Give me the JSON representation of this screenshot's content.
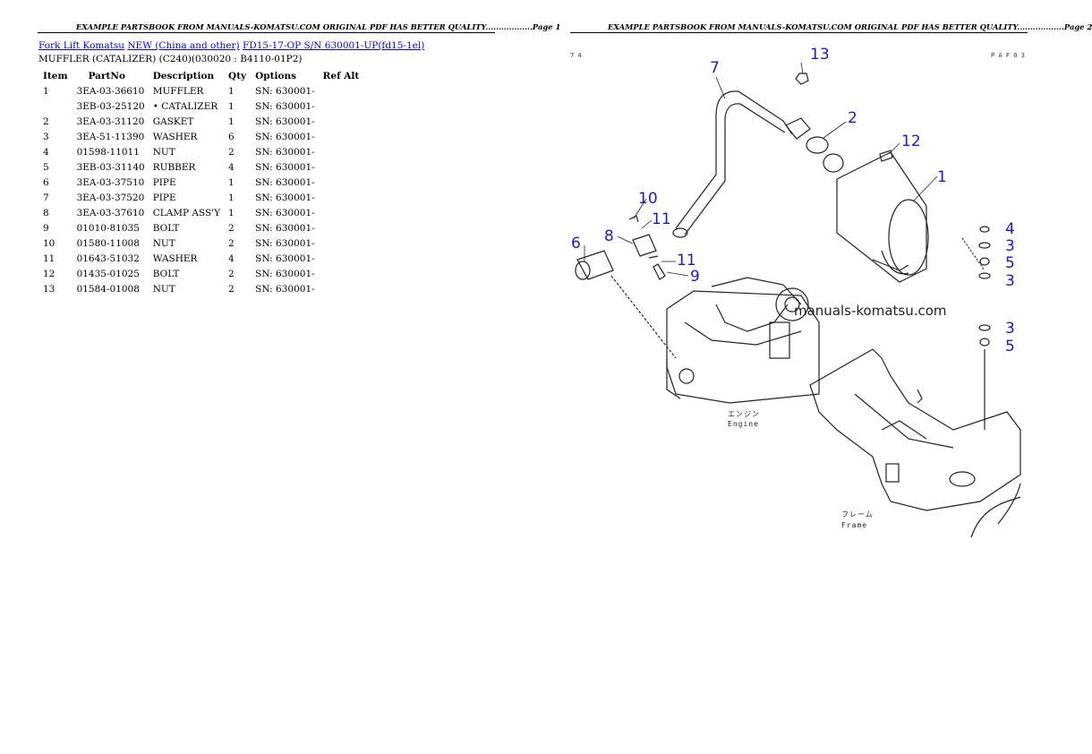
{
  "page1": {
    "header": "EXAMPLE PARTSBOOK FROM MANUALS-KOMATSU.COM ORIGINAL PDF HAS BETTER QUALITY..................Page 1",
    "breadcrumbs": [
      "Fork Lift Komatsu",
      "NEW (China and other)",
      "FD15-17-OP S/N 630001-UP(fd15-1el)"
    ],
    "subtitle": "MUFFLER (CATALIZER) (C240)(030020 : B4110-01P2)",
    "table": {
      "columns": [
        "Item",
        "PartNo",
        "Description",
        "Qty",
        "Options",
        "Ref Alt"
      ],
      "rows": [
        [
          "1",
          "3EA-03-36610",
          "MUFFLER",
          "1",
          "SN: 630001-",
          ""
        ],
        [
          "",
          "3EB-03-25120",
          "• CATALIZER",
          "1",
          "SN: 630001-",
          ""
        ],
        [
          "2",
          "3EA-03-31120",
          "GASKET",
          "1",
          "SN: 630001-",
          ""
        ],
        [
          "3",
          "3EA-51-11390",
          "WASHER",
          "6",
          "SN: 630001-",
          ""
        ],
        [
          "4",
          "01598-11011",
          "NUT",
          "2",
          "SN: 630001-",
          ""
        ],
        [
          "5",
          "3EB-03-31140",
          "RUBBER",
          "4",
          "SN: 630001-",
          ""
        ],
        [
          "6",
          "3EA-03-37510",
          "PIPE",
          "1",
          "SN: 630001-",
          ""
        ],
        [
          "7",
          "3EA-03-37520",
          "PIPE",
          "1",
          "SN: 630001-",
          ""
        ],
        [
          "8",
          "3EA-03-37610",
          "CLAMP ASS'Y",
          "1",
          "SN: 630001-",
          ""
        ],
        [
          "9",
          "01010-81035",
          "BOLT",
          "2",
          "SN: 630001-",
          ""
        ],
        [
          "10",
          "01580-11008",
          "NUT",
          "2",
          "SN: 630001-",
          ""
        ],
        [
          "11",
          "01643-51032",
          "WASHER",
          "4",
          "SN: 630001-",
          ""
        ],
        [
          "12",
          "01435-01025",
          "BOLT",
          "2",
          "SN: 630001-",
          ""
        ],
        [
          "13",
          "01584-01008",
          "NUT",
          "2",
          "SN: 630001-",
          ""
        ]
      ]
    }
  },
  "page2": {
    "header": "EXAMPLE PARTSBOOK FROM MANUALS-KOMATSU.COM ORIGINAL PDF HAS BETTER QUALITY..................Page 2",
    "corner_left": "7 4",
    "corner_right": "P A F 0 3",
    "watermark": "manuals-komatsu.com",
    "label_engine_jp": "エンジン",
    "label_engine": "Engine",
    "label_frame_jp": "フレーム",
    "label_frame": "Frame",
    "callouts": [
      "13",
      "7",
      "2",
      "12",
      "1",
      "10",
      "11",
      "8",
      "6",
      "11",
      "9",
      "4",
      "3",
      "5",
      "3",
      "3",
      "5"
    ]
  }
}
